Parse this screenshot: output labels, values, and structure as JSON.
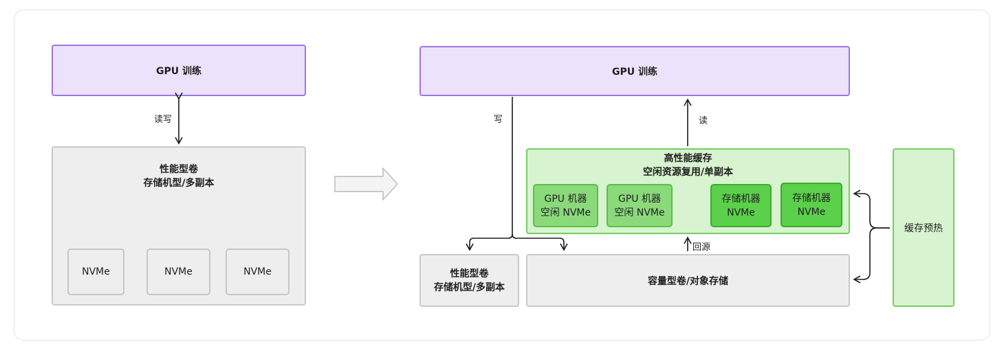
{
  "left": {
    "gpu_train": "GPU 训练",
    "rw_label": "读写",
    "perf_vol_line1": "性能型卷",
    "perf_vol_line2": "存储机型/多副本",
    "nvme": [
      "NVMe",
      "NVMe",
      "NVMe"
    ]
  },
  "right": {
    "gpu_train": "GPU 训练",
    "write_label": "写",
    "read_label": "读",
    "cache_title_line1": "高性能缓存",
    "cache_title_line2": "空闲资源复用/单副本",
    "cache_nodes": [
      {
        "line1": "GPU 机器",
        "line2": "空闲 NVMe"
      },
      {
        "line1": "GPU 机器",
        "line2": "空闲 NVMe"
      },
      {
        "line1": "存储机器",
        "line2": "NVMe"
      },
      {
        "line1": "存储机器",
        "line2": "NVMe"
      }
    ],
    "back_source_label": "回源",
    "perf_vol_line1": "性能型卷",
    "perf_vol_line2": "存储机型/多副本",
    "capacity_vol": "容量型卷/对象存储",
    "prewarm": "缓存预热"
  },
  "colors": {
    "purple_fill": "#ece2fb",
    "purple_stroke": "#9d74e6",
    "gray_fill": "#eeeeee",
    "green_fill": "#d7f3cf",
    "green_light": "#8ad97b",
    "green_dark": "#5bd04b"
  }
}
